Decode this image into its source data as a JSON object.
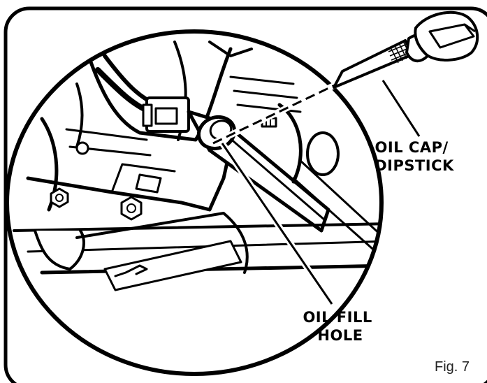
{
  "labels": {
    "oil_cap_line1": "OIL CAP/",
    "oil_cap_line2": "DIPSTICK",
    "oil_fill_line1": "OIL FILL",
    "oil_fill_line2": "HOLE",
    "figure": "Fig. 7"
  }
}
